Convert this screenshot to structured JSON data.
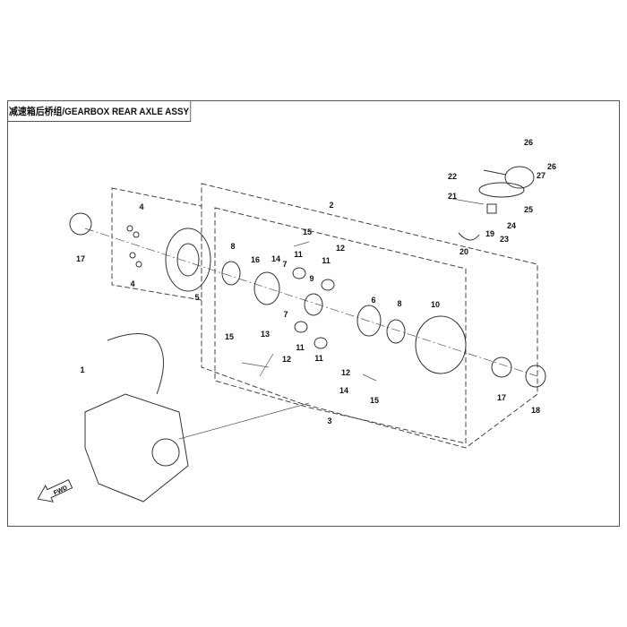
{
  "title": "减速箱后桥组/GEARBOX REAR AXLE ASSY",
  "fwd_label": "FWD",
  "callouts": [
    "1",
    "2",
    "3",
    "4",
    "4",
    "5",
    "6",
    "7",
    "7",
    "8",
    "8",
    "9",
    "10",
    "11",
    "11",
    "11",
    "11",
    "12",
    "12",
    "12",
    "13",
    "14",
    "14",
    "15",
    "15",
    "15",
    "16",
    "17",
    "17",
    "18",
    "19",
    "20",
    "21",
    "22",
    "23",
    "24",
    "25",
    "26",
    "26",
    "27"
  ]
}
